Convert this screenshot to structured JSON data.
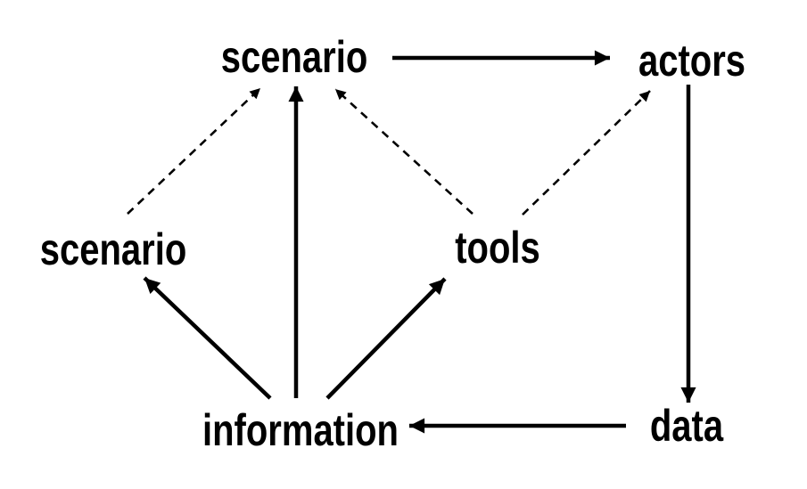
{
  "background_color": "#ffffff",
  "ink_color": "#000000",
  "diagram": {
    "type": "directed-graph",
    "nodes": [
      {
        "id": "scenario-top",
        "label": "scenario"
      },
      {
        "id": "actors",
        "label": "actors"
      },
      {
        "id": "scenario-left",
        "label": "scenario"
      },
      {
        "id": "tools",
        "label": "tools"
      },
      {
        "id": "information",
        "label": "information"
      },
      {
        "id": "data",
        "label": "data"
      }
    ],
    "edges": [
      {
        "from": "scenario-top",
        "to": "actors",
        "style": "solid"
      },
      {
        "from": "actors",
        "to": "data",
        "style": "solid"
      },
      {
        "from": "data",
        "to": "information",
        "style": "solid"
      },
      {
        "from": "information",
        "to": "scenario-left",
        "style": "solid"
      },
      {
        "from": "information",
        "to": "scenario-top",
        "style": "solid"
      },
      {
        "from": "information",
        "to": "tools",
        "style": "solid"
      },
      {
        "from": "scenario-left",
        "to": "scenario-top",
        "style": "dashed"
      },
      {
        "from": "tools",
        "to": "scenario-top",
        "style": "dashed"
      },
      {
        "from": "tools",
        "to": "actors",
        "style": "dashed"
      }
    ]
  }
}
